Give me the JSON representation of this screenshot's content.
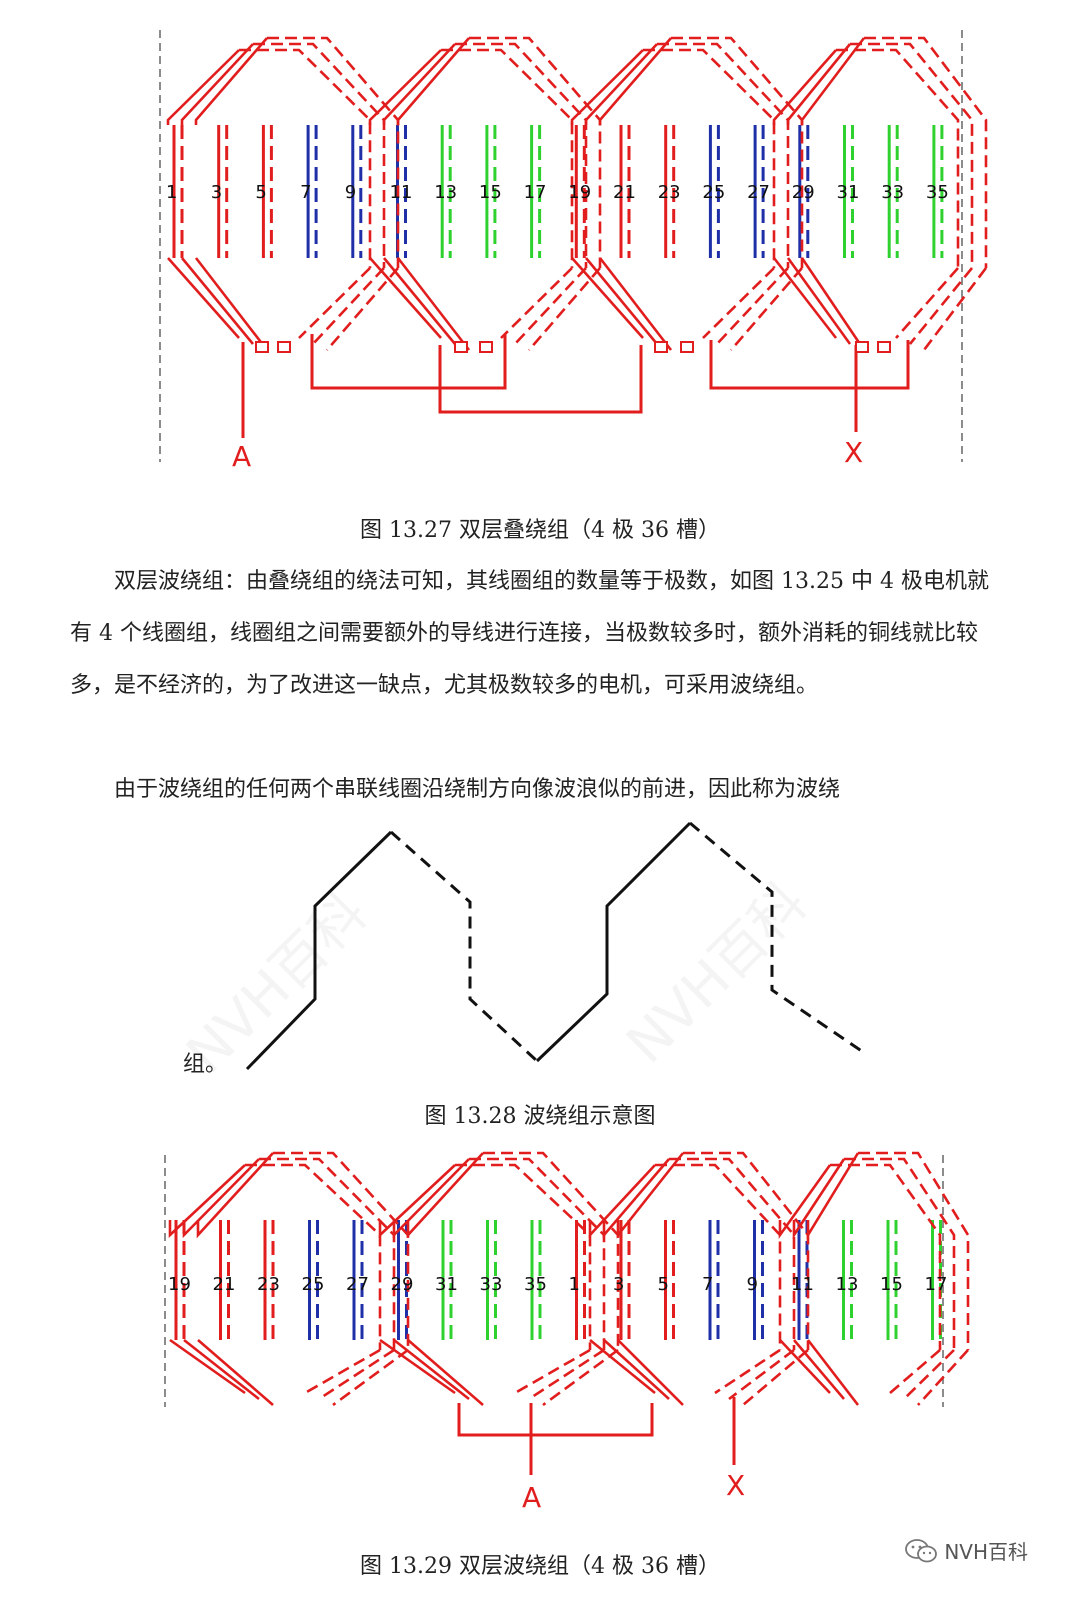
{
  "figure1": {
    "caption": "图 13.27  双层叠绕组（4 极 36 槽）",
    "slots": [
      "1",
      "3",
      "5",
      "7",
      "9",
      "11",
      "13",
      "15",
      "17",
      "19",
      "21",
      "23",
      "25",
      "27",
      "29",
      "31",
      "33",
      "35"
    ],
    "terminals": [
      "A",
      "X"
    ]
  },
  "paragraph1": "双层波绕组：由叠绕组的绕法可知，其线圈组的数量等于极数，如图 13.25 中 4 极电机就有 4 个线圈组，线圈组之间需要额外的导线进行连接，当极数较多时，额外消耗的铜线就比较多，是不经济的，为了改进这一缺点，尤其极数较多的电机，可采用波绕组。",
  "paragraph2": "由于波绕组的任何两个串联线圈沿绕制方向像波浪似的前进，因此称为波绕",
  "paragraph2_tail": "组。",
  "figure2": {
    "caption": "图 13.28  波绕组示意图"
  },
  "figure3": {
    "caption": "图 13.29  双层波绕组（4 极 36 槽）",
    "slots": [
      "19",
      "21",
      "23",
      "25",
      "27",
      "29",
      "31",
      "33",
      "35",
      "1",
      "3",
      "5",
      "7",
      "9",
      "11",
      "13",
      "15",
      "17"
    ],
    "terminals": [
      "A",
      "X"
    ]
  },
  "watermark": "NVH百科",
  "colors": {
    "phase_a": "#e11d1d",
    "phase_b": "#1f2fa8",
    "phase_c": "#2fd12f"
  }
}
